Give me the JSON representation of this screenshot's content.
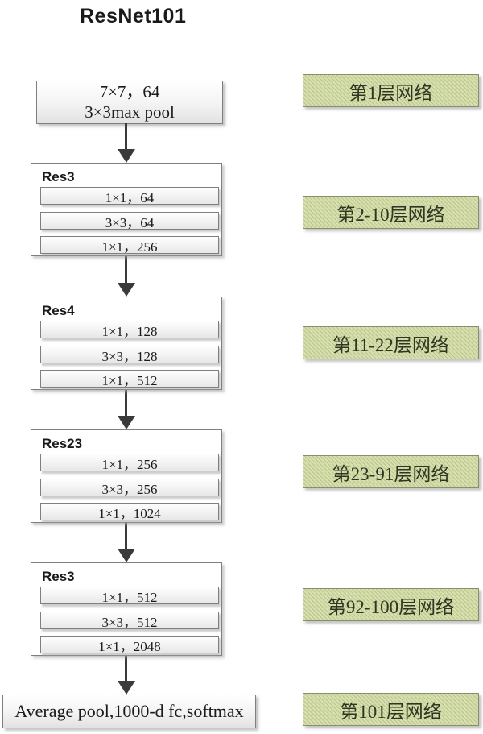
{
  "title": "ResNet101",
  "flow": {
    "input_box": {
      "line1": "7×7，64",
      "line2": "3×3max pool"
    },
    "res_blocks": [
      {
        "label": "Res3",
        "layers": [
          "1×1，64",
          "3×3，64",
          "1×1，256"
        ]
      },
      {
        "label": "Res4",
        "layers": [
          "1×1，128",
          "3×3，128",
          "1×1，512"
        ]
      },
      {
        "label": "Res23",
        "layers": [
          "1×1，256",
          "3×3，256",
          "1×1，1024"
        ]
      },
      {
        "label": "Res3",
        "layers": [
          "1×1，512",
          "3×3，512",
          "1×1，2048"
        ]
      }
    ],
    "output_box": "Average pool,1000-d fc,softmax"
  },
  "stage_labels": [
    "第1层网络",
    "第2-10层网络",
    "第11-22层网络",
    "第23-91层网络",
    "第92-100层网络",
    "第101层网络"
  ],
  "colors": {
    "stage_fill": "#d6dfad",
    "stage_hatch": "#b9c68c",
    "stage_border": "#87906a",
    "box_border": "#7f7f7f",
    "box_gradient_bottom": "#e2e2e2",
    "arrow": "#3a3a3a"
  }
}
